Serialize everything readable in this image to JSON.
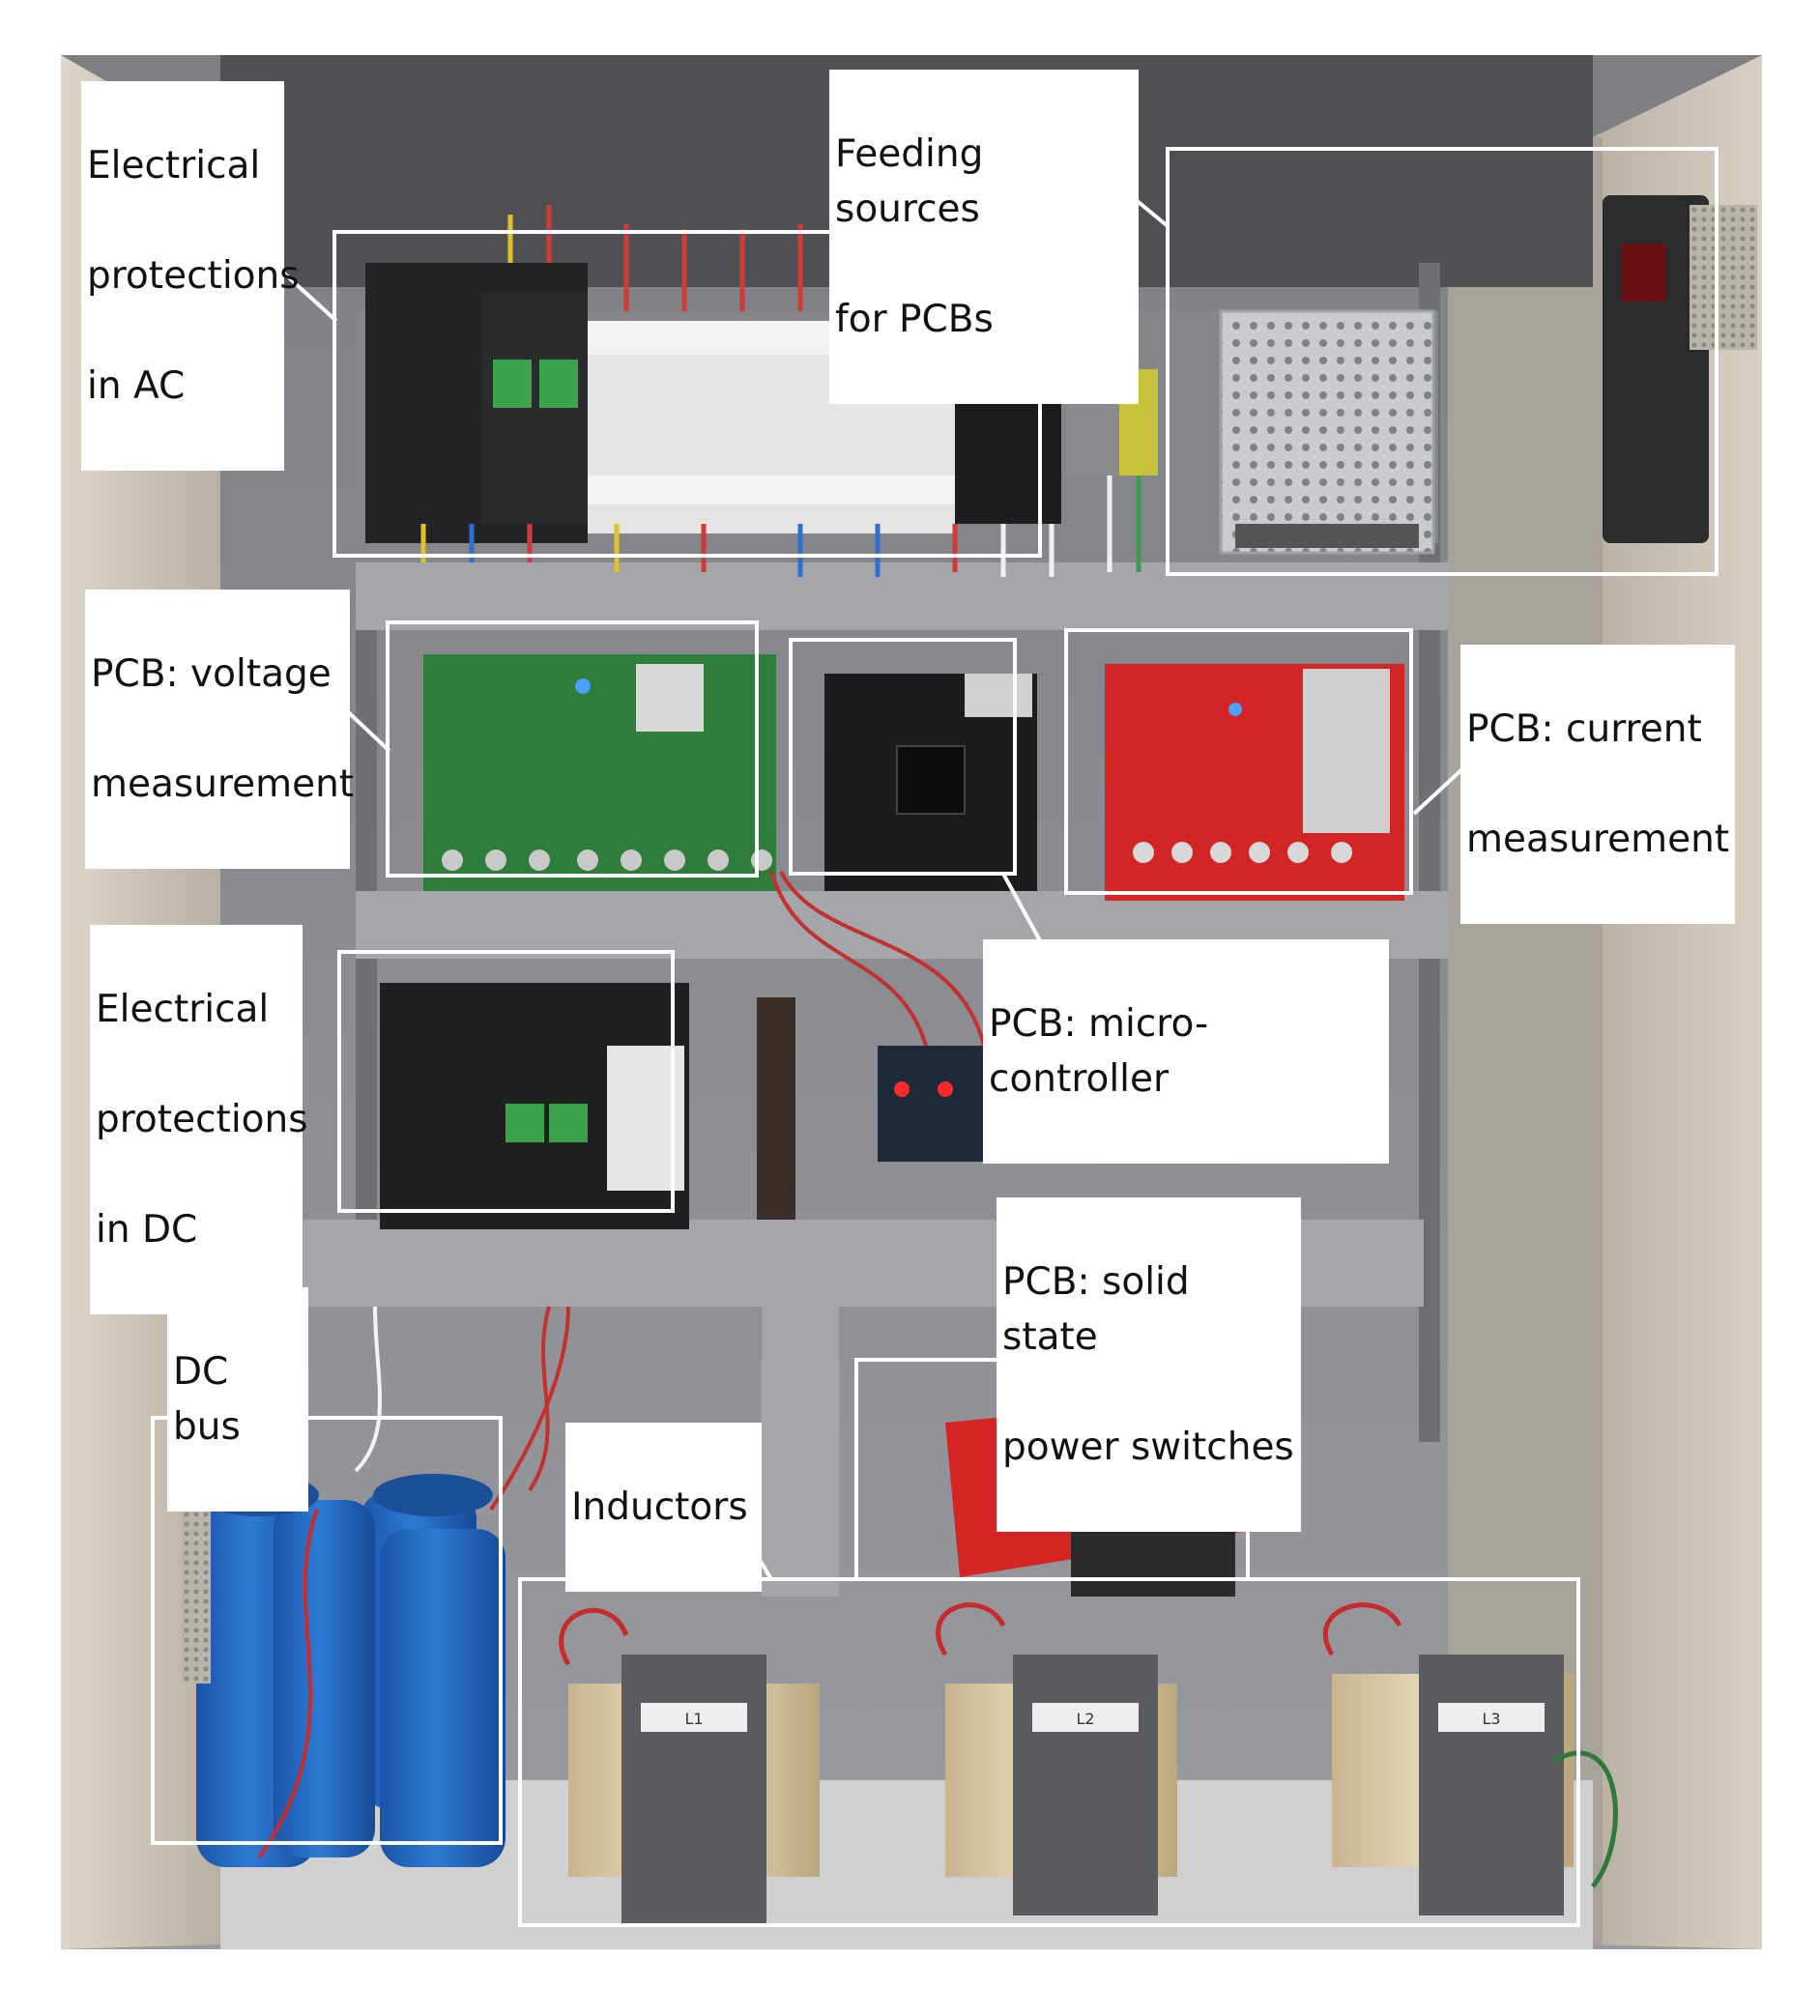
{
  "figure": {
    "labels": {
      "ac_protections": [
        "Electrical",
        "protections",
        "in AC"
      ],
      "feeding_sources": [
        "Feeding sources",
        "for PCBs"
      ],
      "pcb_voltage": [
        "PCB: voltage",
        "measurement"
      ],
      "pcb_current": [
        "PCB: current",
        "measurement"
      ],
      "pcb_micro": [
        "PCB: micro-controller"
      ],
      "dc_protections": [
        "Electrical",
        "protections",
        "in DC"
      ],
      "pcb_solid_state": [
        "PCB: solid state",
        "power switches"
      ],
      "dc_bus": [
        "DC bus"
      ],
      "inductors": [
        "Inductors"
      ],
      "inductor_tags": [
        "L1",
        "L2",
        "L3"
      ]
    },
    "colors": {
      "background": "#ffffff",
      "cabinet_interior": "#8f9094",
      "cabinet_door": "#c9c1b3",
      "rails": "#a5a6aa",
      "green_pcb": "#2f7d3a",
      "red_pcb": "#d22626",
      "capacitor_blue": "#1f64c0",
      "highlight_box": "#ffffff",
      "label_text": "#111111"
    }
  }
}
